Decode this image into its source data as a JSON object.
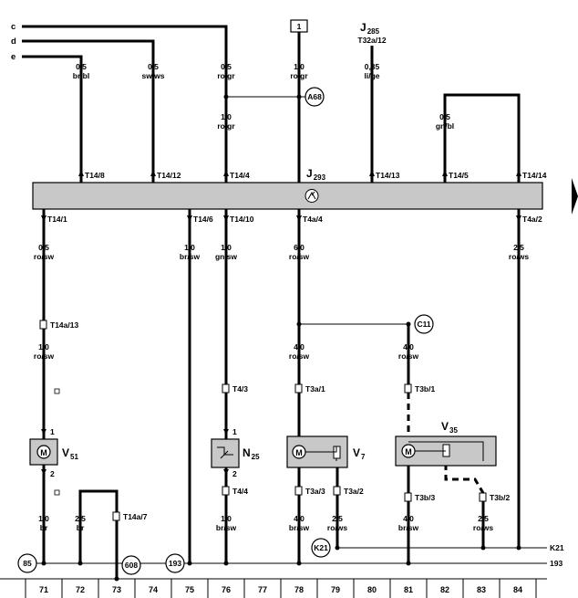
{
  "top_bus": [
    "c",
    "d",
    "e"
  ],
  "connector_box": "1",
  "relay_top": {
    "name": "J",
    "sub": "285",
    "pin": "T32a/12"
  },
  "control_unit": {
    "name": "J",
    "sub": "293"
  },
  "top_wires": [
    {
      "size": "0,5",
      "color": "br/bl"
    },
    {
      "size": "0,5",
      "color": "sw/ws"
    },
    {
      "size": "0,5",
      "color": "ro/gr"
    },
    {
      "size": "1,0",
      "color": "ro/gr"
    },
    {
      "size": "1,0",
      "color": "ro/gr"
    },
    {
      "size": "0,35",
      "color": "li/ge"
    },
    {
      "size": "0,5",
      "color": "gn/bl"
    }
  ],
  "top_pins": [
    "T14/8",
    "T14/12",
    "T14/4",
    "T14/13",
    "T14/5",
    "T14/14"
  ],
  "bottom_pins": [
    "T14/1",
    "T14/6",
    "T14/10",
    "T4a/4",
    "T4a/2"
  ],
  "mid_wires": [
    {
      "size": "0,5",
      "color": "ro/sw"
    },
    {
      "size": "1,0",
      "color": "br/sw"
    },
    {
      "size": "1,0",
      "color": "gn/sw"
    },
    {
      "size": "6,0",
      "color": "ro/sw"
    },
    {
      "size": "2,5",
      "color": "ro/ws"
    }
  ],
  "points": [
    "A68",
    "C11",
    "K21",
    "85",
    "608",
    "193"
  ],
  "connectors": [
    "T14a/13",
    "T4/3",
    "T3a/1",
    "T3b/1",
    "T4/4",
    "T3a/3",
    "T3a/2",
    "T3b/3",
    "T3b/2",
    "T14a/7"
  ],
  "low_wires": [
    {
      "size": "1,0",
      "color": "ro/sw"
    },
    {
      "size": "4,0",
      "color": "ro/sw"
    },
    {
      "size": "4,0",
      "color": "ro/sw"
    }
  ],
  "components": [
    {
      "name": "V",
      "sub": "51"
    },
    {
      "name": "N",
      "sub": "25"
    },
    {
      "name": "V",
      "sub": "7"
    },
    {
      "name": "V",
      "sub": "35"
    }
  ],
  "pin_numbers": [
    "1",
    "2",
    "1",
    "2"
  ],
  "bottom_wires": [
    {
      "size": "1,0",
      "color": "br"
    },
    {
      "size": "2,5",
      "color": "br"
    },
    {
      "size": "1,0",
      "color": "br/sw"
    },
    {
      "size": "4,0",
      "color": "br/sw"
    },
    {
      "size": "2,5",
      "color": "ro/ws"
    },
    {
      "size": "4,0",
      "color": "br/sw"
    },
    {
      "size": "2,5",
      "color": "ro/ws"
    }
  ],
  "ground_lines": [
    "K21",
    "193"
  ],
  "columns": [
    "71",
    "72",
    "73",
    "74",
    "75",
    "76",
    "77",
    "78",
    "79",
    "80",
    "81",
    "82",
    "83",
    "84"
  ]
}
